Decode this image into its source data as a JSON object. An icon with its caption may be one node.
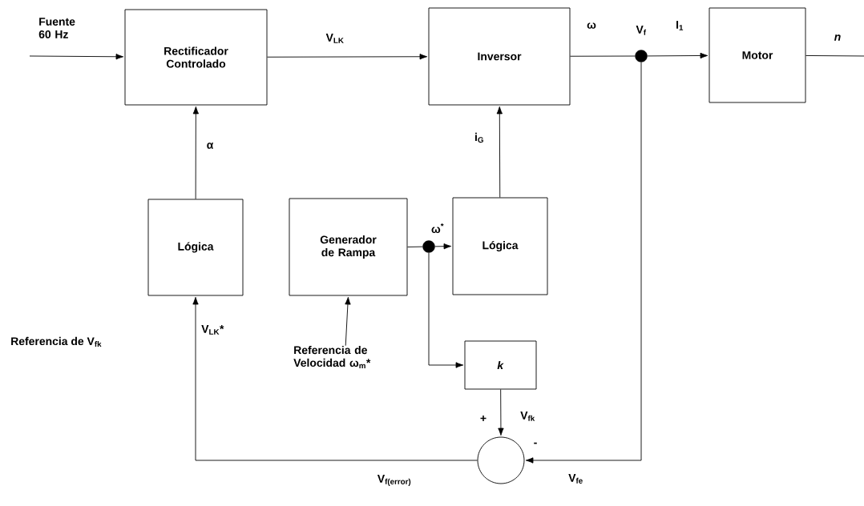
{
  "diagram": {
    "nodes": [
      {
        "text": [
          "Rectificador Controlado"
        ]
      },
      {
        "text": [
          "Inversor"
        ]
      },
      {
        "text": [
          "Motor"
        ]
      },
      {
        "text": [
          "Lógica"
        ]
      },
      {
        "text": [
          "Generador de Rampa"
        ]
      },
      {
        "text": [
          "Lógica"
        ]
      },
      {
        "text": [
          "*k*"
        ]
      },
      {
        "text": [],
        "shape": "circle",
        "beside": [
          "+",
          "-"
        ]
      },
      {
        "text": [],
        "shape": "circle",
        "beside": [
          "V$_{f}$"
        ]
      },
      {
        "text": [],
        "shape": "circle"
      },
      {
        "text": [
          "Referencia de Velocidad ω$_{m}$*"
        ]
      }
    ],
    "edges": [
      {
        "from": null,
        "to": 0,
        "arrow": "to",
        "label": "Fuente 60 Hz"
      },
      {
        "from": 0,
        "to": 1,
        "arrow": "to",
        "label": "V$_{LK}$"
      },
      {
        "from": 1,
        "to": 8,
        "arrow": "none",
        "label": "ω"
      },
      {
        "from": 8,
        "to": 2,
        "arrow": "to",
        "label": "I$_{1}$"
      },
      {
        "from": 2,
        "to": null,
        "arrow": "none",
        "label": "n"
      },
      {
        "from": 3,
        "to": 0,
        "arrow": "to",
        "label": "α"
      },
      {
        "from": 5,
        "to": 1,
        "arrow": "to",
        "label": "i$_{G}$"
      },
      {
        "from": 4,
        "to": 9,
        "arrow": "none",
        "label": "ω$^{*}$"
      },
      {
        "from": 9,
        "to": 5,
        "arrow": "to"
      },
      {
        "from": 9,
        "to": 6,
        "arrow": "to"
      },
      {
        "from": 6,
        "to": 7,
        "arrow": "to",
        "label": "V$_{fk}$"
      },
      {
        "from": 8,
        "to": 7,
        "arrow": "to",
        "label": "V$_{fe}$"
      },
      {
        "from": 7,
        "to": 3,
        "arrow": "to",
        "label": "V$_{f(error)}$"
      },
      {
        "from": 10,
        "to": 4,
        "arrow": "to"
      }
    ],
    "labels": [
      "Referencia de V$_{fk}$",
      "V$_{LK}$*"
    ]
  }
}
